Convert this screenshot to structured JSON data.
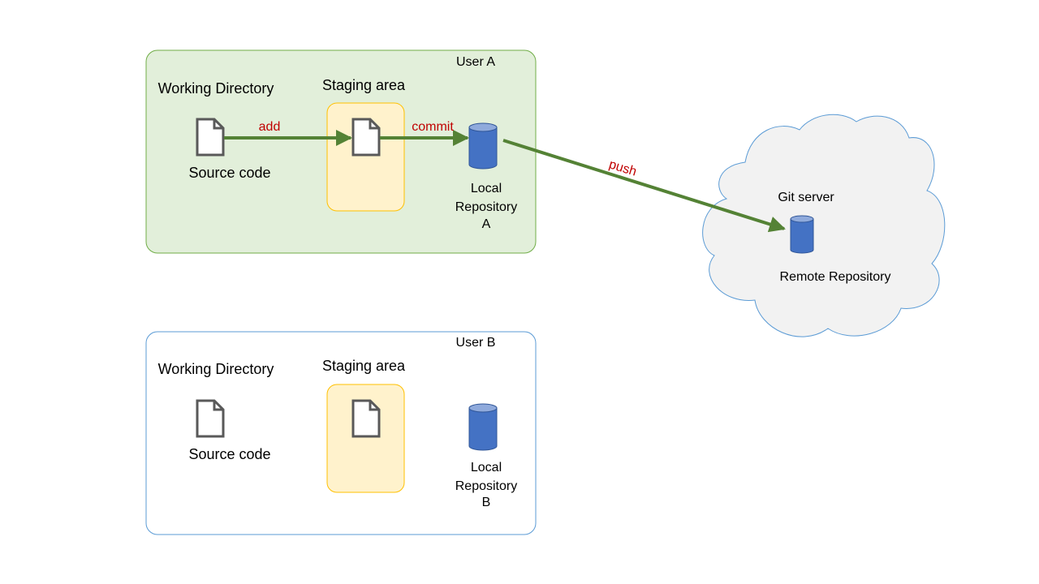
{
  "colors": {
    "user_a_fill": "#e2efda",
    "user_a_border": "#70ad47",
    "user_b_border": "#5b9bd5",
    "staging_fill": "#fff2cc",
    "staging_border": "#ffc000",
    "arrow": "#548235",
    "action_text": "#c00000",
    "cylinder": "#4472c4",
    "cloud_fill": "#f2f2f2",
    "cloud_border": "#5b9bd5"
  },
  "icons": {
    "document": "document-icon",
    "database": "database-cylinder-icon",
    "cloud": "cloud-shape"
  },
  "user_a": {
    "title": "User A",
    "working_dir": "Working Directory",
    "source_code": "Source code",
    "staging": "Staging area",
    "local_repo": [
      "Local",
      "Repository",
      "A"
    ]
  },
  "user_b": {
    "title": "User B",
    "working_dir": "Working Directory",
    "source_code": "Source code",
    "staging": "Staging area",
    "local_repo": [
      "Local",
      "Repository",
      "B"
    ]
  },
  "actions": {
    "add": "add",
    "commit": "commit",
    "push": "push"
  },
  "server": {
    "title": "Git server",
    "remote_repo": "Remote Repository"
  }
}
